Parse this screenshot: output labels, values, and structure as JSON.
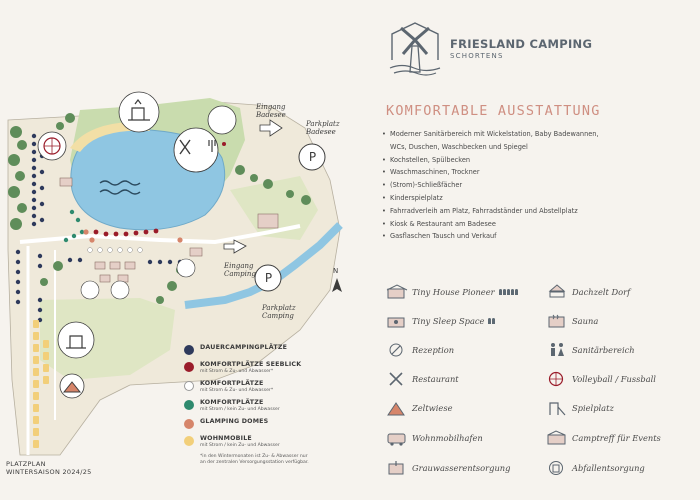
{
  "map": {
    "labels": {
      "entrance_lake": "Eingang\nBadesee",
      "parking_lake": "Parkplatz\nBadesee",
      "entrance_camping": "Eingang\nCamping",
      "parking_camping": "Parkplatz\nCamping",
      "parking_symbol": "P",
      "north": "N"
    }
  },
  "legend": {
    "items": [
      {
        "title": "DAUERCAMPINGPLÄTZE",
        "sub": "",
        "color": "#2e3a5c"
      },
      {
        "title": "KOMFORTPLÄTZE SEEBLICK",
        "sub": "mit Strom & Zu- und Abwasser*",
        "color": "#9a1c2a"
      },
      {
        "title": "KOMFORTPLÄTZE",
        "sub": "mit Strom & Zu- und Abwasser*",
        "color": "#ffffff"
      },
      {
        "title": "KOMFORTPLÄTZE",
        "sub": "mit Strom / kein Zu- und Abwasser",
        "color": "#2f8a6e"
      },
      {
        "title": "GLAMPING DOMES",
        "sub": "",
        "color": "#d6856a"
      },
      {
        "title": "WOHNMOBILE",
        "sub": "mit Strom / kein Zu- und Abwasser",
        "color": "#f2cf7a"
      }
    ],
    "note": "*in den Wintermonaten ist Zu- & Abwasser nur an der zentralen Versorgungsstation verfügbar."
  },
  "plan": {
    "line1": "PLATZPLAN",
    "line2": "WINTERSAISON 2024/25"
  },
  "brand": {
    "name": "FRIESLAND CAMPING",
    "sub": "SCHORTENS"
  },
  "section_title": "KOMFORTABLE AUSSTATTUNG",
  "features": [
    {
      "text": "Moderner Sanitärbereich mit Wickelstation, Baby Badewannen,",
      "bullet": true
    },
    {
      "text": "WCs, Duschen, Waschbecken und Spiegel",
      "bullet": false
    },
    {
      "text": "Kochstellen, Spülbecken",
      "bullet": true
    },
    {
      "text": "Waschmaschinen, Trockner",
      "bullet": true
    },
    {
      "text": "(Strom)-Schließfächer",
      "bullet": true
    },
    {
      "text": "Kinderspielplatz",
      "bullet": true
    },
    {
      "text": "Fahrradverleih am Platz, Fahrradständer und Abstellplatz",
      "bullet": true
    },
    {
      "text": "Kiosk & Restaurant am Badesee",
      "bullet": true
    },
    {
      "text": "Gasflaschen Tausch und Verkauf",
      "bullet": true
    }
  ],
  "amenities_left": [
    {
      "label": "Tiny House Pioneer",
      "icon": "tiny-house-icon",
      "people": 5
    },
    {
      "label": "Tiny Sleep Space",
      "icon": "tiny-sleep-icon",
      "people": 2
    },
    {
      "label": "Rezeption",
      "icon": "reception-icon",
      "people": 0
    },
    {
      "label": "Restaurant",
      "icon": "restaurant-icon",
      "people": 0
    },
    {
      "label": "Zeltwiese",
      "icon": "tent-meadow-icon",
      "people": 0
    },
    {
      "label": "Wohnmobilhafen",
      "icon": "motorhome-icon",
      "people": 0
    },
    {
      "label": "Grauwasserentsorgung",
      "icon": "greywater-icon",
      "people": 0
    }
  ],
  "amenities_right": [
    {
      "label": "Dachzelt Dorf",
      "icon": "roof-tent-icon"
    },
    {
      "label": "Sauna",
      "icon": "sauna-icon"
    },
    {
      "label": "Sanitärbereich",
      "icon": "sanitary-icon"
    },
    {
      "label": "Volleyball / Fussball",
      "icon": "volleyball-icon"
    },
    {
      "label": "Spielplatz",
      "icon": "playground-icon"
    },
    {
      "label": "Camptreff für Events",
      "icon": "camp-meeting-icon"
    },
    {
      "label": "Abfallentsorgung",
      "icon": "waste-icon"
    }
  ],
  "colors": {
    "accent": "#cf8f82",
    "lake": "#8fc6e2",
    "green": "#a8c98c",
    "brand": "#5c6670"
  }
}
